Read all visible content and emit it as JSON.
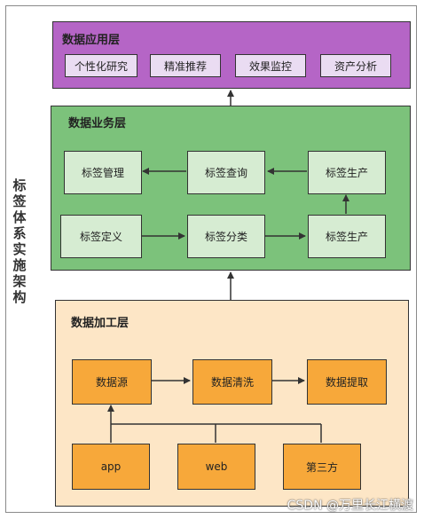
{
  "side_title": "标签体系实施架构",
  "app_layer": {
    "title": "数据应用层",
    "items": [
      "个性化研究",
      "精准推荐",
      "效果监控",
      "资产分析"
    ],
    "fill": "#b565c6"
  },
  "biz_layer": {
    "title": "数据业务层",
    "row1": [
      "标签管理",
      "标签查询",
      "标签生产"
    ],
    "row2": [
      "标签定义",
      "标签分类",
      "标签生产"
    ],
    "fill": "#7cc27b"
  },
  "proc_layer": {
    "title": "数据加工层",
    "row1": [
      "数据源",
      "数据清洗",
      "数据提取"
    ],
    "row2": [
      "app",
      "web",
      "第三方"
    ],
    "fill": "#fde6c6"
  },
  "watermark": "CSDN @万里长江横渡"
}
